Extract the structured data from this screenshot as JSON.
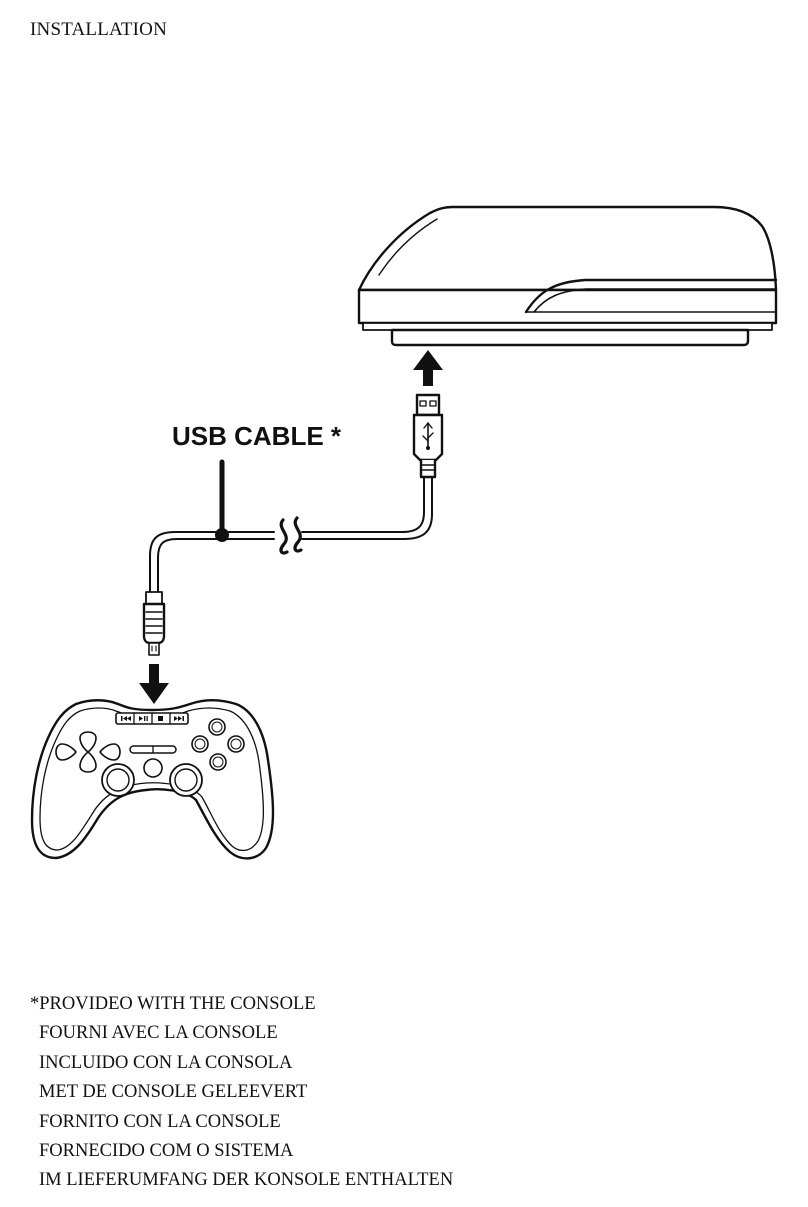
{
  "page": {
    "title": "INSTALLATION"
  },
  "diagram": {
    "cable_label": "USB CABLE *",
    "items": [
      "console",
      "usb-cable",
      "usb-plug",
      "mini-usb-plug",
      "gamepad"
    ],
    "controller_media_icons": [
      "previous-track-icon",
      "play-pause-icon",
      "stop-icon",
      "next-track-icon"
    ]
  },
  "notes": {
    "lines": [
      "*PROVIDEO WITH THE CONSOLE",
      "FOURNI AVEC LA CONSOLE",
      "INCLUIDO CON LA CONSOLA",
      "MET DE CONSOLE GELEEVERT",
      "FORNITO CON LA CONSOLE",
      "FORNECIDO COM O SISTEMA",
      "IM LIEFERUMFANG DER KONSOLE ENTHALTEN"
    ]
  }
}
